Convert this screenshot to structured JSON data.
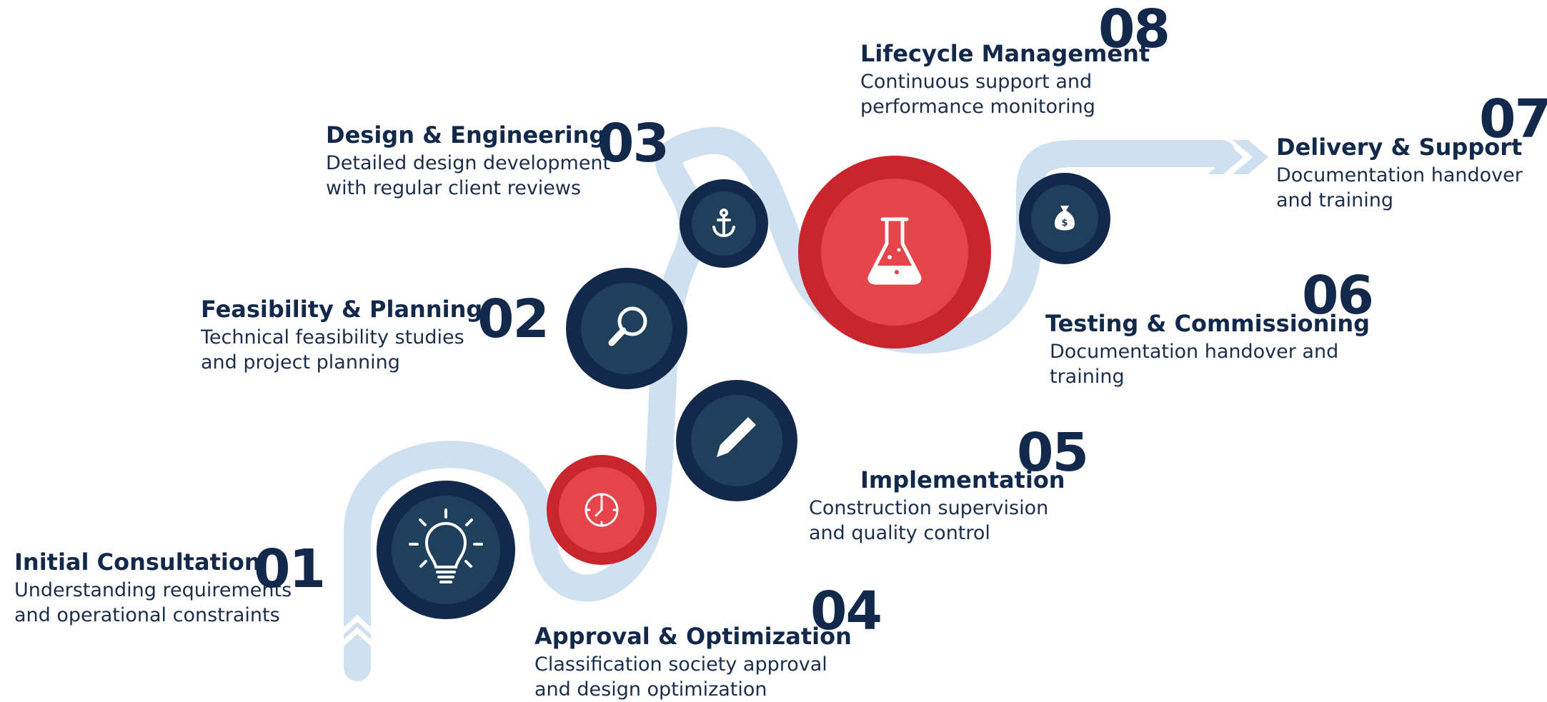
{
  "intro_text": "",
  "colors": {
    "navy": "#13294b",
    "navy_inner": "#1f3f5b",
    "red": "#c9252c",
    "red_inner": "#e5444a",
    "road": "#cfe0f1",
    "white": "#ffffff"
  },
  "steps": [
    {
      "num": "01",
      "title": "Initial Consultation",
      "desc": [
        "Understanding requirements",
        "and operational constraints"
      ],
      "icon": "lightbulb-icon"
    },
    {
      "num": "02",
      "title": "Feasibility & Planning",
      "desc": [
        "Technical feasibility studies",
        "and project planning"
      ],
      "icon": "magnifier-icon"
    },
    {
      "num": "03",
      "title": "Design & Engineering",
      "desc": [
        "Detailed design development",
        "with regular client reviews"
      ],
      "icon": "anchor-icon"
    },
    {
      "num": "04",
      "title": "Approval & Optimization",
      "desc": [
        "Classification society approval",
        "and design optimization"
      ],
      "icon": "clock-icon"
    },
    {
      "num": "05",
      "title": "Implementation",
      "desc": [
        "Construction supervision",
        "and quality control"
      ],
      "icon": "pencil-icon"
    },
    {
      "num": "06",
      "title": "Testing & Commissioning",
      "desc": [
        "Documentation handover and",
        "training"
      ],
      "icon": "flask-icon"
    },
    {
      "num": "07",
      "title": "Delivery & Support",
      "desc": [
        "Documentation handover",
        "and training"
      ],
      "icon": "money-bag-icon"
    },
    {
      "num": "08",
      "title": "Lifecycle Management",
      "desc": [
        "Continuous support and",
        "performance monitoring"
      ],
      "icon": "flask-icon"
    }
  ]
}
